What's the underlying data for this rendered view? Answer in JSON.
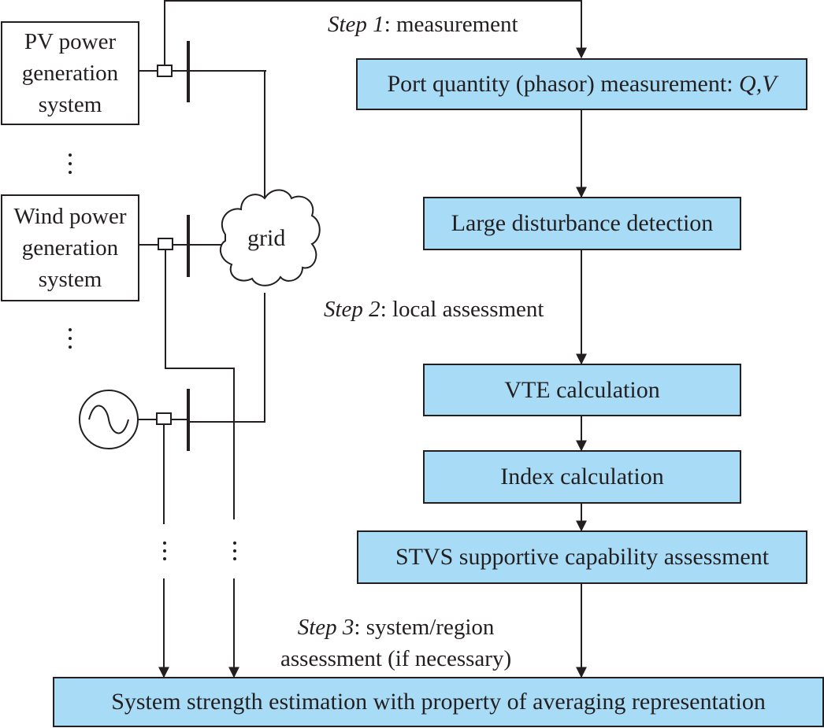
{
  "sources": {
    "pv": [
      "PV power",
      "generation",
      "system"
    ],
    "wind": [
      "Wind power",
      "generation",
      "system"
    ],
    "generator_icon": "ac-generator-icon"
  },
  "grid_label": "grid",
  "steps": {
    "step1": {
      "italic": "Step 1",
      "text": ": measurement"
    },
    "step2": {
      "italic": "Step 2",
      "text": ": local assessment"
    },
    "step3": {
      "italic": "Step 3",
      "text": ": system/region",
      "line2": "assessment (if necessary)"
    }
  },
  "process": {
    "port_measurement": {
      "text": "Port quantity (phasor) measurement: ",
      "vars": "Q,V"
    },
    "disturbance": "Large disturbance detection",
    "vte": "VTE calculation",
    "index": "Index calculation",
    "stvs": "STVS supportive capability assessment",
    "system_strength": "System strength estimation with property of averaging representation"
  },
  "colors": {
    "box_fill": "#a8dcf6",
    "line": "#231f20"
  }
}
